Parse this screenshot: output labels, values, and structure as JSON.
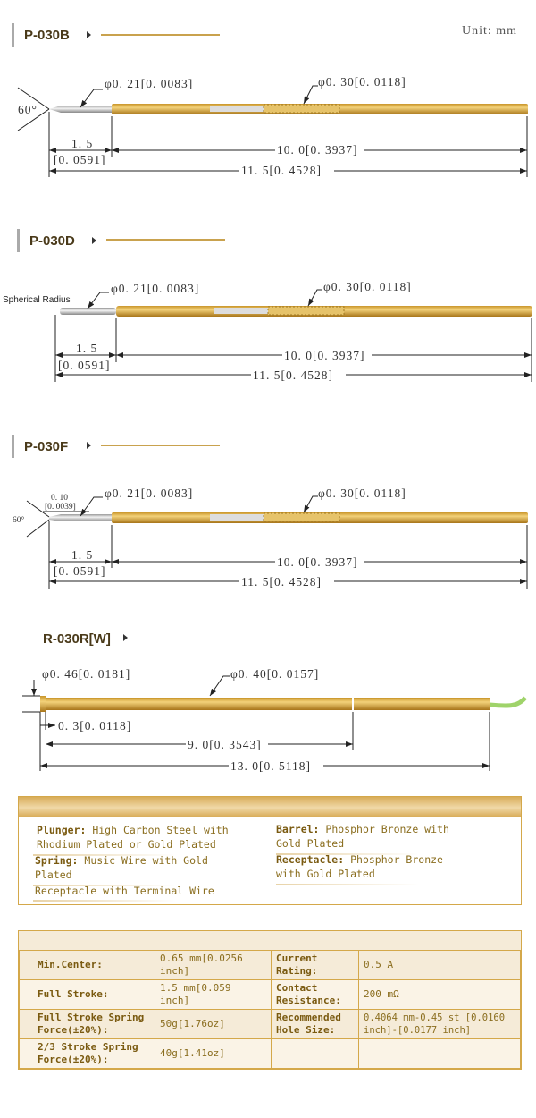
{
  "unit_label": "Unit: mm",
  "pins": [
    {
      "title": "P-030B",
      "plunger_dia": "φ0. 21[0. 0083]",
      "barrel_dia": "φ0. 30[0. 0118]",
      "angle": "60°",
      "tip_len": "1. 5",
      "tip_len_in": "[0. 0591]",
      "barrel_len": "10. 0[0. 3937]",
      "total_len": "11. 5[0. 4528]"
    },
    {
      "title": "P-030D",
      "tip_label": "Spherical Radius",
      "plunger_dia": "φ0. 21[0. 0083]",
      "barrel_dia": "φ0. 30[0. 0118]",
      "tip_len": "1. 5",
      "tip_len_in": "[0. 0591]",
      "barrel_len": "10. 0[0. 3937]",
      "total_len": "11. 5[0. 4528]"
    },
    {
      "title": "P-030F",
      "tip_w": "0. 10",
      "tip_w_in": "[0. 0039]",
      "angle": "60°",
      "plunger_dia": "φ0. 21[0. 0083]",
      "barrel_dia": "φ0. 30[0. 0118]",
      "tip_len": "1. 5",
      "tip_len_in": "[0. 0591]",
      "barrel_len": "10. 0[0. 3937]",
      "total_len": "11. 5[0. 4528]"
    }
  ],
  "receptacle": {
    "title": "R-030R[W]",
    "head_dia": "φ0. 46[0. 0181]",
    "body_dia": "φ0. 40[0. 0157]",
    "head_len": "0. 3[0. 0118]",
    "mid_len": "9. 0[0. 3543]",
    "total_len": "13. 0[0. 5118]"
  },
  "materials": {
    "plunger_k": "Plunger:",
    "plunger_v1": "High Carbon Steel with",
    "plunger_v2": "Rhodium Plated or Gold Plated",
    "spring_k": "Spring:",
    "spring_v1": "Music Wire with Gold",
    "spring_v2": "Plated",
    "terminal": "Receptacle with Terminal Wire",
    "barrel_k": "Barrel:",
    "barrel_v1": "Phosphor Bronze with",
    "barrel_v2": "Gold Plated",
    "rec_k": "Receptacle:",
    "rec_v1": "Phosphor Bronze",
    "rec_v2": "with Gold Plated"
  },
  "specs": [
    [
      "Min.Center:",
      "0.65 mm[0.0256 inch]",
      "Current Rating:",
      "0.5 A"
    ],
    [
      "Full Stroke:",
      "1.5 mm[0.059 inch]",
      "Contact Resistance:",
      "200 mΩ"
    ],
    [
      "Full Stroke Spring Force(±20%):",
      "50g[1.76oz]",
      "Recommended Hole Size:",
      "0.4064 mm-0.45 st [0.0160 inch]-[0.0177 inch]"
    ],
    [
      "2/3 Stroke Spring Force(±20%):",
      "40g[1.41oz]",
      "",
      ""
    ]
  ]
}
